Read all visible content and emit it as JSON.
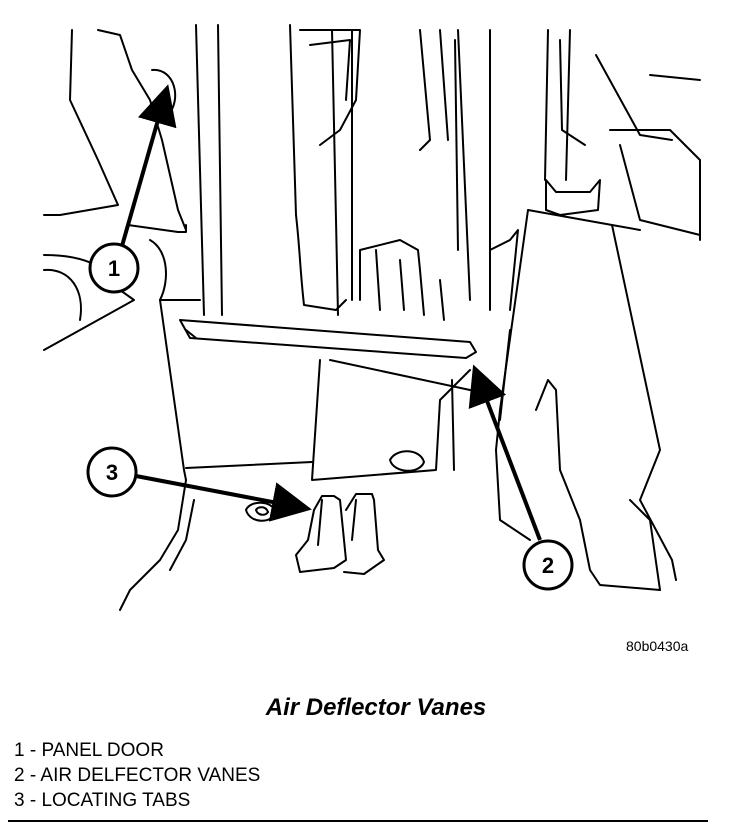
{
  "figure": {
    "figure_id": "80b0430a",
    "title": "Air Deflector Vanes",
    "callouts": [
      {
        "number": "1"
      },
      {
        "number": "2"
      },
      {
        "number": "3"
      }
    ]
  },
  "legend": [
    {
      "text": "1 - PANEL DOOR"
    },
    {
      "text": "2 - AIR DELFECTOR VANES"
    },
    {
      "text": "3 - LOCATING TABS"
    }
  ]
}
